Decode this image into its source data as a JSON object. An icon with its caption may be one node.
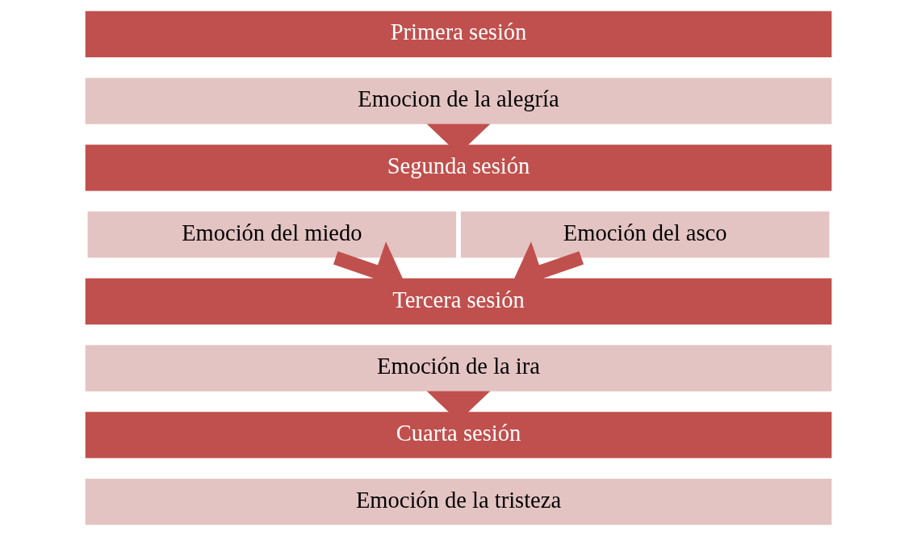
{
  "diagram": {
    "nodes": [
      {
        "text": [
          "Primera sesión"
        ]
      },
      {
        "text": [
          "Emocion de la alegría"
        ]
      },
      {
        "text": [
          "Segunda sesión"
        ]
      },
      {
        "text": [
          "Emoción del miedo"
        ]
      },
      {
        "text": [
          "Emoción del asco"
        ]
      },
      {
        "text": [
          "Tercera sesión"
        ]
      },
      {
        "text": [
          "Emoción de la ira"
        ]
      },
      {
        "text": [
          "Cuarta sesión"
        ]
      },
      {
        "text": [
          "Emoción de la tristeza"
        ]
      }
    ],
    "edges": [
      {
        "from": 1,
        "to": 2,
        "arrow": "to"
      },
      {
        "from": 3,
        "to": 5,
        "arrow": "to"
      },
      {
        "from": 4,
        "to": 5,
        "arrow": "to"
      },
      {
        "from": 6,
        "to": 7,
        "arrow": "to"
      }
    ]
  }
}
